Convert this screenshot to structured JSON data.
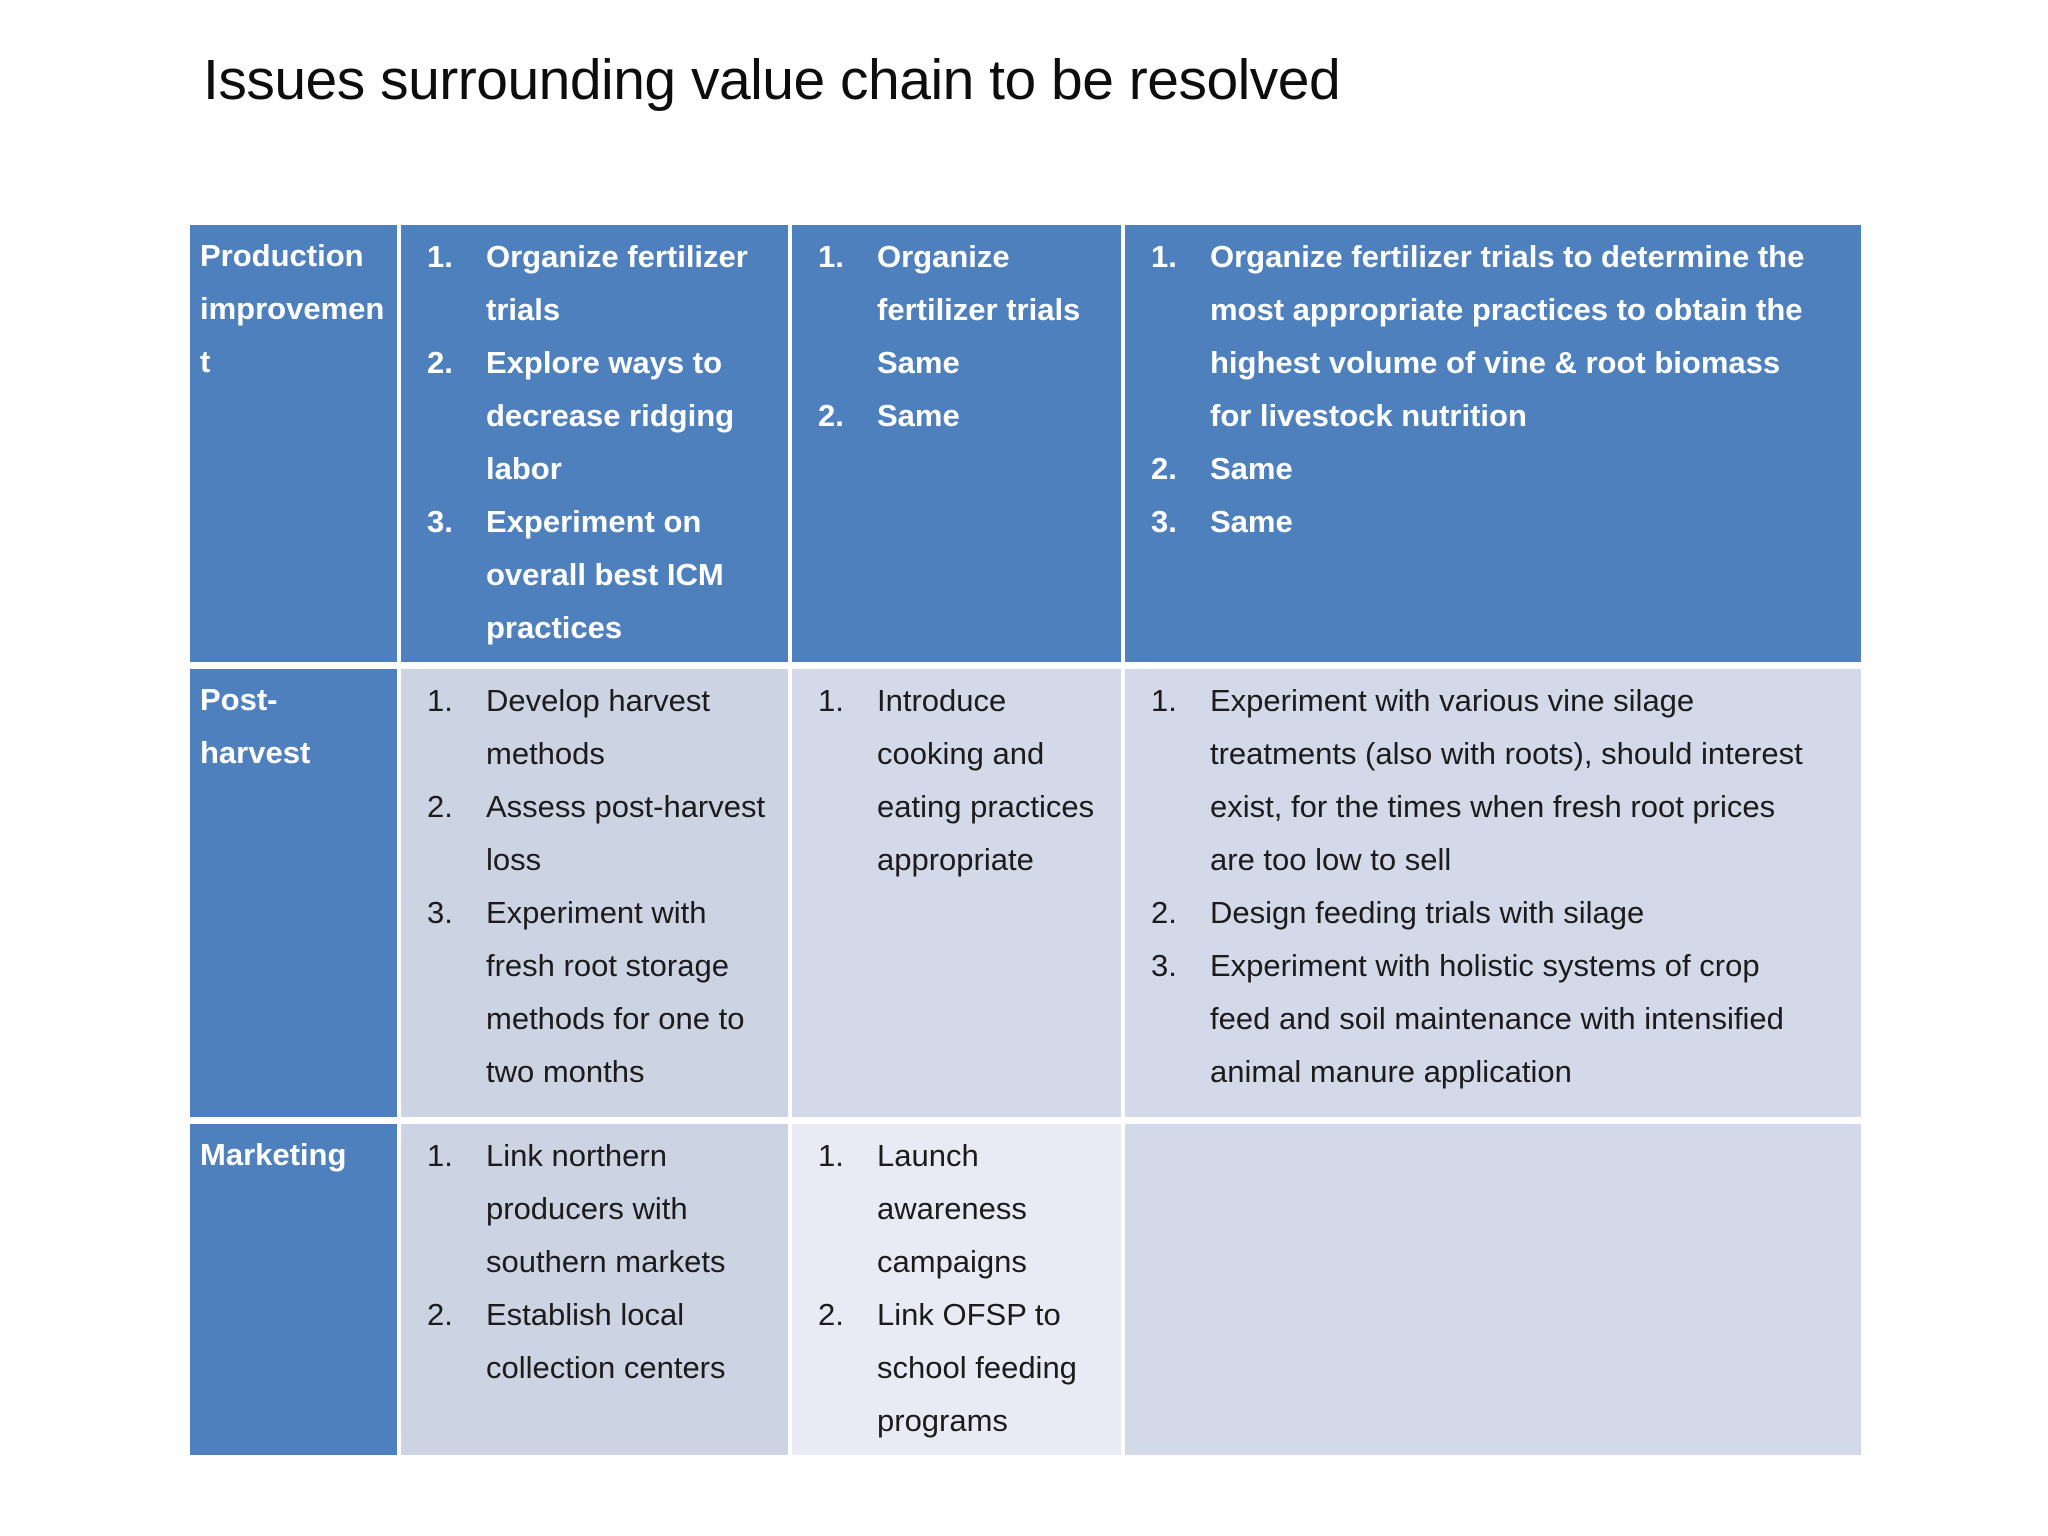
{
  "slide": {
    "title": "Issues surrounding value chain to be resolved"
  },
  "colors": {
    "blue": "#4e80bd",
    "banda": "#ccd3e3",
    "bandb": "#d3d9e8",
    "bandc": "#e9ebf4",
    "ink": "#1b1b1b",
    "title_ink": "#0d0d0d",
    "grid_line": "#ffffff"
  },
  "table": {
    "rows": [
      {
        "header": "Production improvement",
        "cells": [
          {
            "items": [
              {
                "n": "1.",
                "t": "Organize fertilizer trials"
              },
              {
                "n": "2.",
                "t": "Explore ways to decrease ridging labor"
              },
              {
                "n": "3.",
                "t": "Experiment on overall best ICM practices"
              }
            ]
          },
          {
            "items": [
              {
                "n": "1.",
                "t": "Organize fertilizer trials Same"
              },
              {
                "n": "2.",
                "t": "Same"
              }
            ]
          },
          {
            "items": [
              {
                "n": "1.",
                "t": "Organize fertilizer trials to determine the most appropriate practices to obtain the highest volume of vine & root biomass for livestock nutrition"
              },
              {
                "n": "2.",
                "t": "Same"
              },
              {
                "n": "3.",
                "t": "Same"
              }
            ]
          }
        ]
      },
      {
        "header": "Post-harvest",
        "cells": [
          {
            "items": [
              {
                "n": "1.",
                "t": "Develop harvest methods"
              },
              {
                "n": "2.",
                "t": "Assess post-harvest loss"
              },
              {
                "n": "3.",
                "t": "Experiment with fresh root storage methods for one to two months"
              }
            ]
          },
          {
            "items": [
              {
                "n": "1.",
                "t": "Introduce cooking and eating practices appropriate"
              }
            ]
          },
          {
            "items": [
              {
                "n": "1.",
                "t": "Experiment with various vine silage treatments (also with roots), should interest exist, for the times when fresh root prices are too low to sell"
              },
              {
                "n": "2.",
                "t": "Design feeding trials with silage"
              },
              {
                "n": "3.",
                "t": "Experiment with holistic systems of crop feed and soil maintenance with intensified animal manure application"
              }
            ]
          }
        ]
      },
      {
        "header": "Marketing",
        "cells": [
          {
            "items": [
              {
                "n": "1.",
                "t": "Link northern producers with southern markets"
              },
              {
                "n": "2.",
                "t": "Establish local collection centers"
              }
            ]
          },
          {
            "items": [
              {
                "n": "1.",
                "t": "Launch awareness campaigns"
              },
              {
                "n": "2.",
                "t": "Link OFSP to school feeding programs"
              }
            ]
          },
          {
            "items": []
          }
        ]
      }
    ]
  }
}
